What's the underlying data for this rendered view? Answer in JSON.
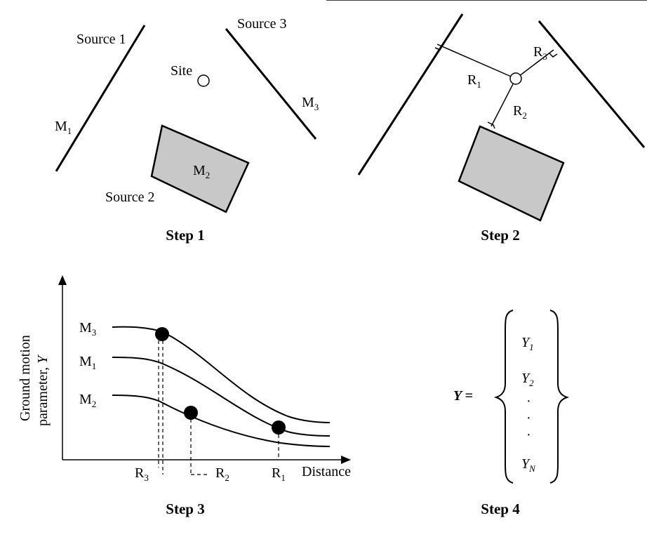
{
  "step1": {
    "source1": "Source 1",
    "source2": "Source 2",
    "source3": "Source 3",
    "site": "Site",
    "m1": {
      "base": "M",
      "sub": "1"
    },
    "m2": {
      "base": "M",
      "sub": "2"
    },
    "m3": {
      "base": "M",
      "sub": "3"
    },
    "caption": "Step 1"
  },
  "step2": {
    "r1": {
      "base": "R",
      "sub": "1"
    },
    "r2": {
      "base": "R",
      "sub": "2"
    },
    "r3": {
      "base": "R",
      "sub": "3"
    },
    "caption": "Step 2"
  },
  "step3": {
    "ylabel_line1": "Ground motion",
    "ylabel_line2": "parameter,",
    "ylabel_var": "Y",
    "xlabel": "Distance",
    "curve_m3": {
      "base": "M",
      "sub": "3"
    },
    "curve_m1": {
      "base": "M",
      "sub": "1"
    },
    "curve_m2": {
      "base": "M",
      "sub": "2"
    },
    "tick_r3": {
      "base": "R",
      "sub": "3"
    },
    "tick_r2": {
      "base": "R",
      "sub": "2"
    },
    "tick_r1": {
      "base": "R",
      "sub": "1"
    },
    "caption": "Step 3"
  },
  "step4": {
    "lhs": "Y =",
    "y1": {
      "base": "Y",
      "sub": "1"
    },
    "y2": {
      "base": "Y",
      "sub": "2"
    },
    "dots": "·",
    "yn": {
      "base": "Y",
      "sub": "N"
    },
    "caption": "Step 4"
  }
}
